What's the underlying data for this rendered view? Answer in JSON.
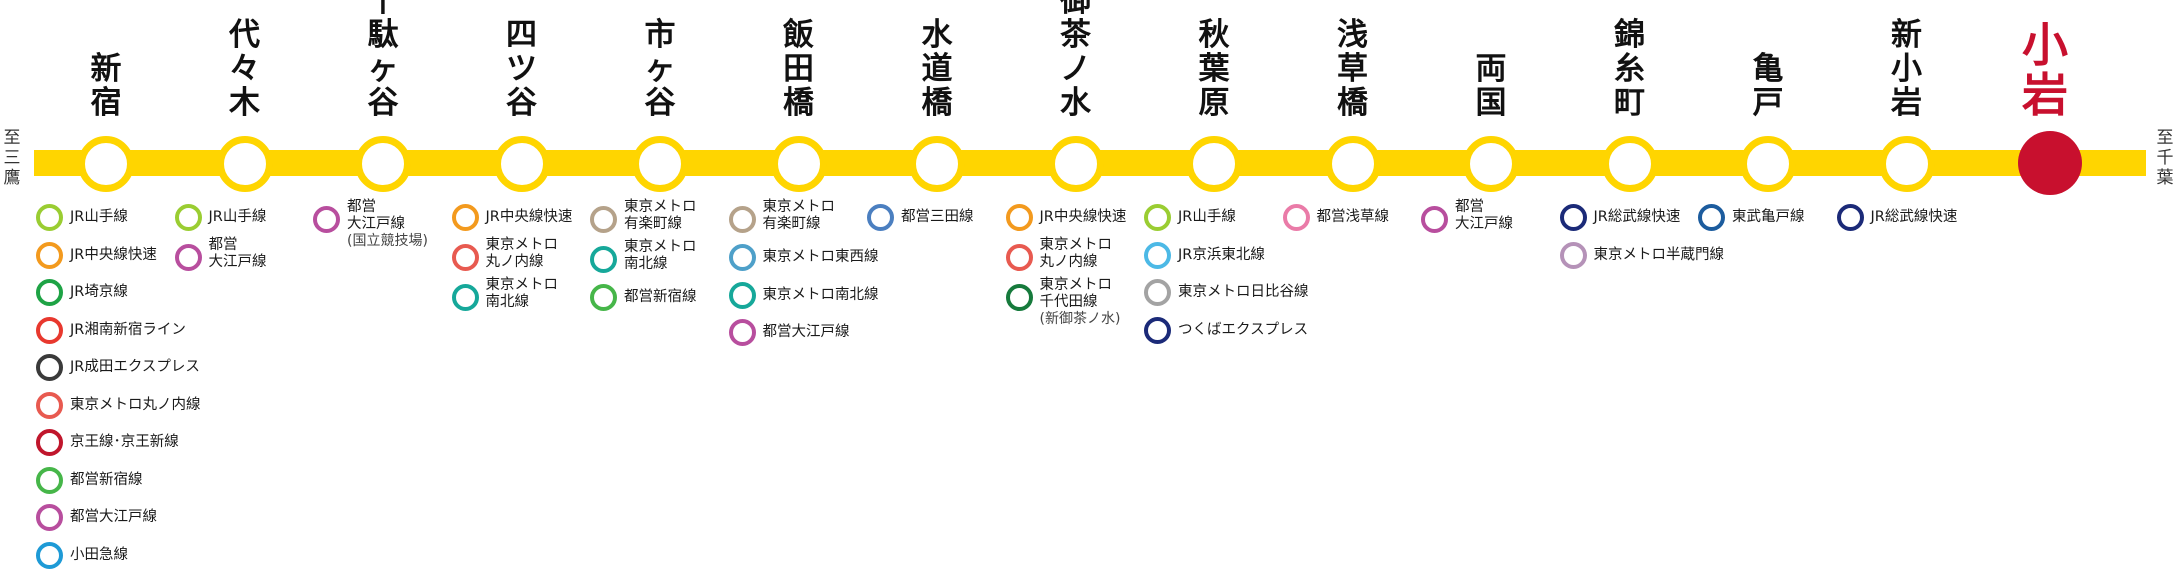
{
  "line_color": "#ffd500",
  "final_color": "#c8102e",
  "termini": {
    "west": "至三鷹",
    "east": "至千葉"
  },
  "stations": [
    {
      "name": "新宿",
      "transfers": [
        {
          "label": [
            "JR山手線"
          ],
          "color": "#9acd32"
        },
        {
          "label": [
            "JR中央線快速"
          ],
          "color": "#f39a1e"
        },
        {
          "label": [
            "JR埼京線"
          ],
          "color": "#1ea345"
        },
        {
          "label": [
            "JR湘南新宿ライン"
          ],
          "color": "#e8382e"
        },
        {
          "label": [
            "JR成田エクスプレス"
          ],
          "color": "#3a3a3a"
        },
        {
          "label": [
            "東京メトロ丸ノ内線"
          ],
          "color": "#e85a50"
        },
        {
          "label": [
            "京王線･京王新線"
          ],
          "color": "#c0162c"
        },
        {
          "label": [
            "都営新宿線"
          ],
          "color": "#46b649"
        },
        {
          "label": [
            "都営大江戸線"
          ],
          "color": "#b84e9e"
        },
        {
          "label": [
            "小田急線"
          ],
          "color": "#1e9ad6"
        }
      ]
    },
    {
      "name": "代々木",
      "transfers": [
        {
          "label": [
            "JR山手線"
          ],
          "color": "#9acd32"
        },
        {
          "label": [
            "都営",
            "大江戸線"
          ],
          "color": "#b84e9e"
        }
      ]
    },
    {
      "name": "千駄ヶ谷",
      "transfers": [
        {
          "label": [
            "都営",
            "大江戸線"
          ],
          "note": "(国立競技場)",
          "color": "#b84e9e"
        }
      ]
    },
    {
      "name": "四ツ谷",
      "transfers": [
        {
          "label": [
            "JR中央線快速"
          ],
          "color": "#f39a1e"
        },
        {
          "label": [
            "東京メトロ",
            "丸ノ内線"
          ],
          "color": "#e85a50"
        },
        {
          "label": [
            "東京メトロ",
            "南北線"
          ],
          "color": "#16a89a"
        }
      ]
    },
    {
      "name": "市ヶ谷",
      "transfers": [
        {
          "label": [
            "東京メトロ",
            "有楽町線"
          ],
          "color": "#b5a28a"
        },
        {
          "label": [
            "東京メトロ",
            "南北線"
          ],
          "color": "#16a89a"
        },
        {
          "label": [
            "都営新宿線"
          ],
          "color": "#46b649"
        }
      ]
    },
    {
      "name": "飯田橋",
      "transfers": [
        {
          "label": [
            "東京メトロ",
            "有楽町線"
          ],
          "color": "#b5a28a"
        },
        {
          "label": [
            "東京メトロ東西線"
          ],
          "color": "#4ea0c9"
        },
        {
          "label": [
            "東京メトロ南北線"
          ],
          "color": "#16a89a"
        },
        {
          "label": [
            "都営大江戸線"
          ],
          "color": "#b84e9e"
        }
      ]
    },
    {
      "name": "水道橋",
      "transfers": [
        {
          "label": [
            "都営三田線"
          ],
          "color": "#4b7fc0"
        }
      ]
    },
    {
      "name": "御茶ノ水",
      "transfers": [
        {
          "label": [
            "JR中央線快速"
          ],
          "color": "#f39a1e"
        },
        {
          "label": [
            "東京メトロ",
            "丸ノ内線"
          ],
          "color": "#e85a50"
        },
        {
          "label": [
            "東京メトロ",
            "千代田線"
          ],
          "note": "(新御茶ノ水)",
          "color": "#167a3c"
        }
      ]
    },
    {
      "name": "秋葉原",
      "transfers": [
        {
          "label": [
            "JR山手線"
          ],
          "color": "#9acd32"
        },
        {
          "label": [
            "JR京浜東北線"
          ],
          "color": "#4cb9e6"
        },
        {
          "label": [
            "東京メトロ日比谷線"
          ],
          "color": "#a3a3a3"
        },
        {
          "label": [
            "つくばエクスプレス"
          ],
          "color": "#1b2a78"
        }
      ]
    },
    {
      "name": "浅草橋",
      "transfers": [
        {
          "label": [
            "都営浅草線"
          ],
          "color": "#ea7ba8"
        }
      ]
    },
    {
      "name": "両国",
      "transfers": [
        {
          "label": [
            "都営",
            "大江戸線"
          ],
          "color": "#b84e9e"
        }
      ]
    },
    {
      "name": "錦糸町",
      "transfers": [
        {
          "label": [
            "JR総武線快速"
          ],
          "color": "#1b2a78"
        },
        {
          "label": [
            "東京メトロ半蔵門線"
          ],
          "color": "#b592b8"
        }
      ]
    },
    {
      "name": "亀戸",
      "transfers": [
        {
          "label": [
            "東武亀戸線"
          ],
          "color": "#1c5c9e"
        }
      ]
    },
    {
      "name": "新小岩",
      "transfers": [
        {
          "label": [
            "JR総武線快速"
          ],
          "color": "#1b2a78"
        }
      ]
    },
    {
      "name": "小岩",
      "final": true,
      "transfers": []
    }
  ]
}
